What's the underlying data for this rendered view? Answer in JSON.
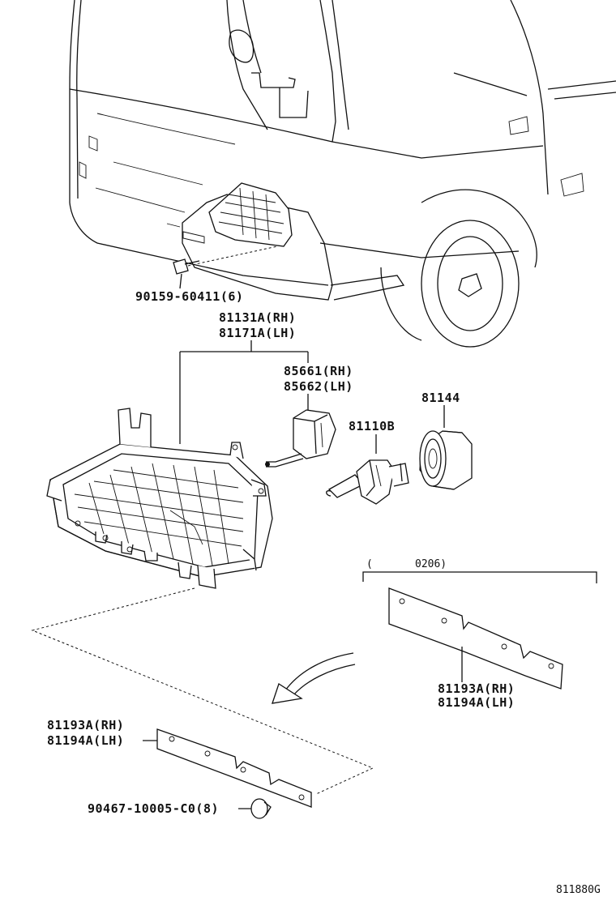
{
  "figure_code": "811880G",
  "parts": {
    "screw_top": "90159-60411(6)",
    "headlamp_rh": "81131A(RH)",
    "headlamp_lh": "81171A(LH)",
    "socket_rh": "85661(RH)",
    "socket_lh": "85662(LH)",
    "bulb": "81110B",
    "cover": "81144",
    "gasket_right_rh": "81193A(RH)",
    "gasket_right_lh": "81194A(LH)",
    "gasket_left_rh": "81193A(RH)",
    "gasket_left_lh": "81194A(LH)",
    "clip": "90467-10005-C0(8)"
  },
  "date_range": {
    "open": "(",
    "end": "0206)"
  }
}
